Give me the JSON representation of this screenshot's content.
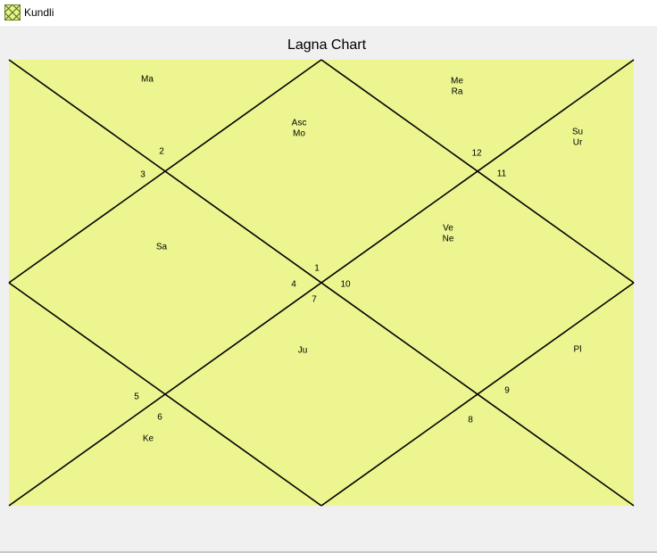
{
  "window": {
    "title": "Kundli",
    "icon": "kundli-grid-icon"
  },
  "chart": {
    "title": "Lagna Chart",
    "background_color": "#ecf590",
    "line_color": "#000000",
    "houses": [
      {
        "number": "1",
        "planets": [
          "Asc",
          "Mo"
        ]
      },
      {
        "number": "2",
        "planets": [
          "Ma"
        ]
      },
      {
        "number": "3",
        "planets": []
      },
      {
        "number": "4",
        "planets": [
          "Sa"
        ]
      },
      {
        "number": "5",
        "planets": []
      },
      {
        "number": "6",
        "planets": [
          "Ke"
        ]
      },
      {
        "number": "7",
        "planets": [
          "Ju"
        ]
      },
      {
        "number": "8",
        "planets": []
      },
      {
        "number": "9",
        "planets": [
          "Pl"
        ]
      },
      {
        "number": "10",
        "planets": [
          "Ve",
          "Ne"
        ]
      },
      {
        "number": "11",
        "planets": [
          "Su",
          "Ur"
        ]
      },
      {
        "number": "12",
        "planets": [
          "Me",
          "Ra"
        ]
      }
    ]
  }
}
